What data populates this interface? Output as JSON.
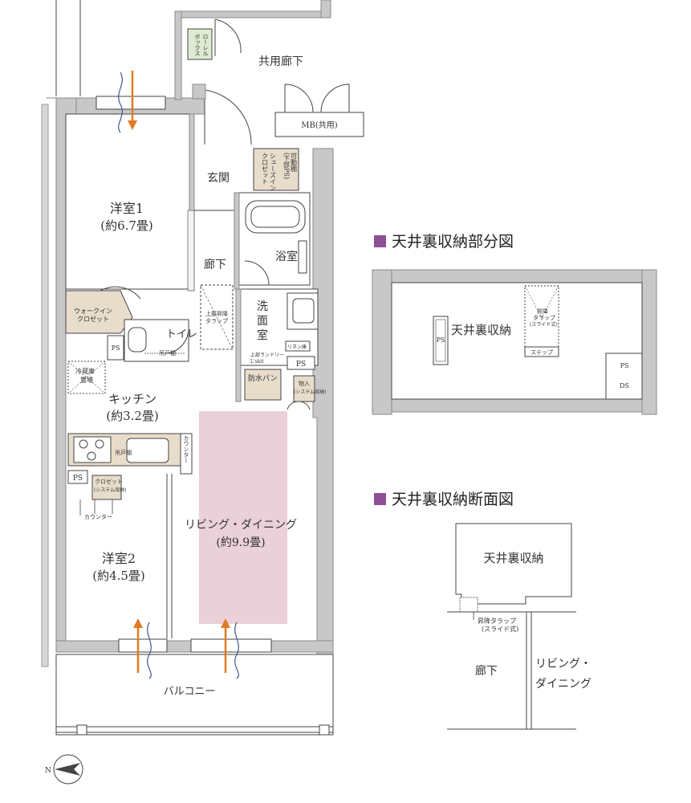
{
  "rooms": {
    "roll_box": "ローレル\nボックス",
    "common_corridor": "共用廊下",
    "mb_common": "MB(共用)",
    "shoes_closet": "シューズイン\nクロゼット",
    "movable_shelf": "可動棚\n(下部PS)",
    "entrance": "玄関",
    "western1_name": "洋室1",
    "western1_size": "(約6.7畳)",
    "bath": "浴室",
    "hallway": "廊下",
    "wic": "ウォークイン\nクロゼット",
    "ps1": "PS",
    "toilet": "トイレ",
    "hanging_shelf": "吊戸棚",
    "attic_clap": "上部昇降\nタラップ",
    "washroom": "洗\n面\n室",
    "linen": "リネン庫",
    "laundry": "上部ランドリー\nL'skit",
    "waterproof_pan": "防水パン",
    "ps2": "PS",
    "fridge": "冷蔵庫\n置場",
    "storage": "物入\n(システム収納)",
    "kitchen_name": "キッチン",
    "kitchen_size": "(約3.2畳)",
    "counter": "カウンター",
    "hanging_shelf2": "吊戸棚",
    "ps3": "PS",
    "closet": "クロゼット\n(システム収納)",
    "counter2": "カウンター",
    "living_name": "リビング・ダイニング",
    "living_size": "(約9.9畳)",
    "western2_name": "洋室2",
    "western2_size": "(約4.5畳)",
    "balcony": "バルコニー",
    "north": "N"
  },
  "attic_plan": {
    "title": "天井裏収納部分図",
    "ps": "PS",
    "storage": "天井裏収納",
    "clap": "昇降\nタラップ\n(スライド式)",
    "step": "ステップ",
    "ps2": "PS",
    "ds": "DS"
  },
  "attic_section": {
    "title": "天井裏収納断面図",
    "storage": "天井裏収納",
    "clap": "昇降タラップ\n(スライド式)",
    "hallway": "廊下",
    "living": "リビング・\nダイニング"
  },
  "colors": {
    "wall": "#c8c8c8",
    "wall_stroke": "#8a8a8a",
    "line": "#444444",
    "beige": "#e8dccb",
    "pink": "#ead0d8",
    "purple": "#8e4f96",
    "orange": "#e07a24",
    "blue": "#3a5a8c"
  }
}
